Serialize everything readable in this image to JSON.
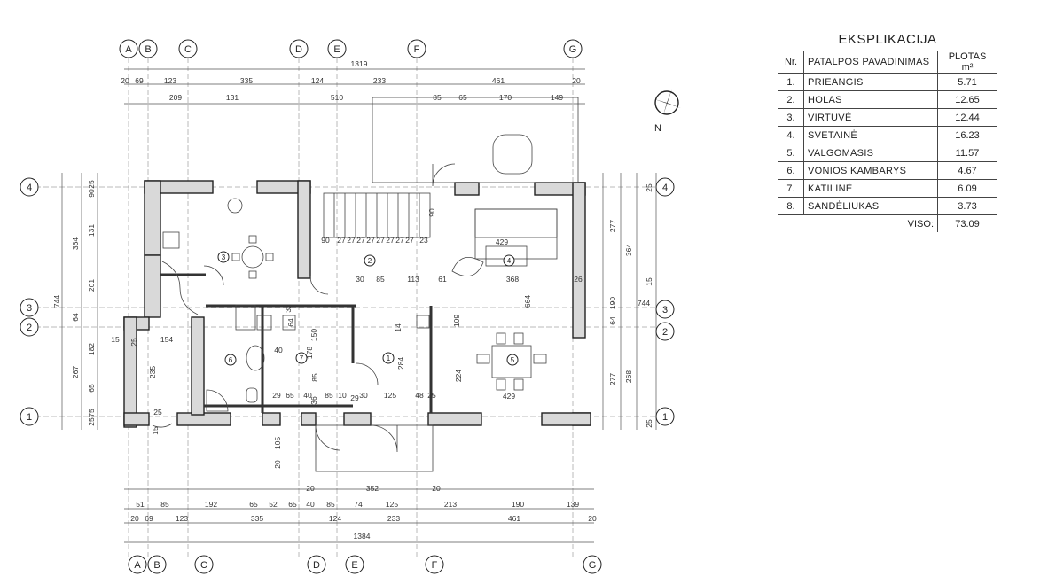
{
  "explication": {
    "title": "EKSPLIKACIJA",
    "headers": {
      "nr": "Nr.",
      "name": "PATALPOS PAVADINIMAS",
      "area": "PLOTAS m²"
    },
    "rows": [
      {
        "nr": "1.",
        "name": "PRIEANGIS",
        "area": "5.71"
      },
      {
        "nr": "2.",
        "name": "HOLAS",
        "area": "12.65"
      },
      {
        "nr": "3.",
        "name": "VIRTUVĖ",
        "area": "12.44"
      },
      {
        "nr": "4.",
        "name": "SVETAINĖ",
        "area": "16.23"
      },
      {
        "nr": "5.",
        "name": "VALGOMASIS",
        "area": "11.57"
      },
      {
        "nr": "6.",
        "name": "VONIOS KAMBARYS",
        "area": "4.67"
      },
      {
        "nr": "7.",
        "name": "KATILINĖ",
        "area": "6.09"
      },
      {
        "nr": "8.",
        "name": "SANDĖLIUKAS",
        "area": "3.73"
      }
    ],
    "total_label": "VISO:",
    "total_value": "73.09"
  },
  "axes": {
    "letters": [
      "A",
      "B",
      "C",
      "D",
      "E",
      "F",
      "G"
    ],
    "numbers": [
      "4",
      "3",
      "2",
      "1"
    ]
  },
  "north_label": "N",
  "rooms": [
    "1",
    "2",
    "3",
    "4",
    "5",
    "6",
    "7"
  ],
  "top_dims": {
    "overall": "1319",
    "row1": [
      "20",
      "69",
      "123",
      "335",
      "124",
      "233",
      "461",
      "20"
    ],
    "row2": [
      "209",
      "131",
      "510"
    ],
    "row3": [
      "85",
      "65",
      "170",
      "149"
    ]
  },
  "bottom_dims": {
    "overall": "1384",
    "row_a": [
      "20",
      "352",
      "20"
    ],
    "row_b": [
      "51",
      "85",
      "192",
      "65",
      "52",
      "65",
      "40",
      "85",
      "74",
      "125",
      "213",
      "190",
      "139"
    ],
    "row_c": [
      "20",
      "69",
      "123",
      "335",
      "124",
      "233",
      "461",
      "20"
    ]
  },
  "left_dims": {
    "overall": "744",
    "row_a": [
      "364",
      "64",
      "267"
    ],
    "row_b": [
      "25",
      "90",
      "131",
      "201",
      "182",
      "65",
      "75",
      "25"
    ]
  },
  "right_dims": {
    "overall": "744",
    "row_a": [
      "277",
      "190",
      "64",
      "277"
    ],
    "row_b": [
      "364",
      "268"
    ],
    "row_c": [
      "25",
      "15",
      "25"
    ]
  },
  "interior_dims": [
    "90",
    "27",
    "27",
    "27",
    "27",
    "27",
    "27",
    "27",
    "27",
    "23",
    "90",
    "429",
    "30",
    "85",
    "113",
    "61",
    "368",
    "26",
    "154",
    "15",
    "25",
    "235",
    "40",
    "178",
    "150",
    "64",
    "32",
    "85",
    "284",
    "109",
    "224",
    "664",
    "429",
    "29",
    "65",
    "40",
    "85",
    "10",
    "30",
    "125",
    "48",
    "25",
    "36",
    "14",
    "105",
    "20",
    "15",
    "25",
    "29"
  ]
}
